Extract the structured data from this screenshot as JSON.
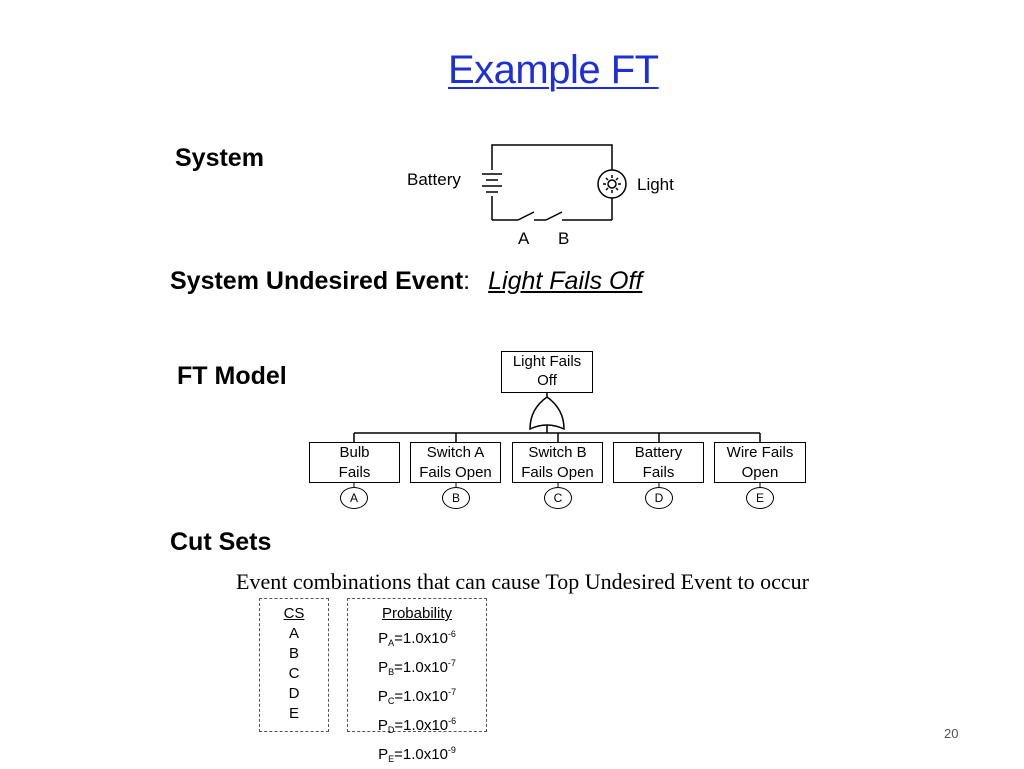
{
  "title": "Example FT",
  "system": {
    "heading": "System",
    "battery_label": "Battery",
    "light_label": "Light",
    "switch_a": "A",
    "switch_b": "B"
  },
  "undesired": {
    "label": "System Undesired Event",
    "colon": ":",
    "value": "Light Fails Off"
  },
  "ft_model": {
    "heading": "FT Model",
    "top_event": [
      "Light Fails",
      "Off"
    ],
    "events": [
      {
        "line1": "Bulb",
        "line2": "Fails",
        "id": "A"
      },
      {
        "line1": "Switch A",
        "line2": "Fails Open",
        "id": "B"
      },
      {
        "line1": "Switch B",
        "line2": "Fails Open",
        "id": "C"
      },
      {
        "line1": "Battery",
        "line2": "Fails",
        "id": "D"
      },
      {
        "line1": "Wire Fails",
        "line2": "Open",
        "id": "E"
      }
    ]
  },
  "cut_sets": {
    "heading": "Cut Sets",
    "description": "Event combinations that can cause Top Undesired Event to occur",
    "cs_header": "CS",
    "prob_header": "Probability",
    "rows": [
      {
        "cs": "A",
        "p": "P",
        "sub": "A",
        "base": "=1.0x10",
        "exp": "-6"
      },
      {
        "cs": "B",
        "p": "P",
        "sub": "B",
        "base": "=1.0x10",
        "exp": "-7"
      },
      {
        "cs": "C",
        "p": "P",
        "sub": "C",
        "base": "=1.0x10",
        "exp": "-7"
      },
      {
        "cs": "D",
        "p": "P",
        "sub": "D",
        "base": "=1.0x10",
        "exp": "-6"
      },
      {
        "cs": "E",
        "p": "P",
        "sub": "E",
        "base": "=1.0x10",
        "exp": "-9"
      }
    ]
  },
  "page_number": "20",
  "colors": {
    "title": "#1f2fd8",
    "text": "#000000"
  }
}
